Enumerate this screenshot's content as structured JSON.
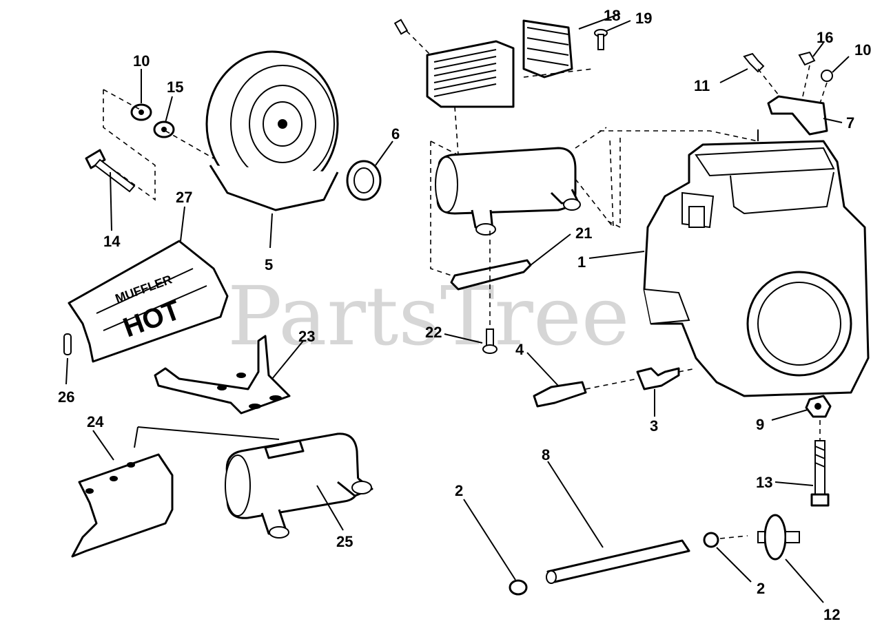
{
  "watermark": "PartsTree",
  "heat_shield_text": {
    "brand": "MUFFLER",
    "warning": "HOT"
  },
  "callouts": [
    {
      "id": "c1",
      "label": "1"
    },
    {
      "id": "c2a",
      "label": "2"
    },
    {
      "id": "c2b",
      "label": "2"
    },
    {
      "id": "c3",
      "label": "3"
    },
    {
      "id": "c4",
      "label": "4"
    },
    {
      "id": "c5",
      "label": "5"
    },
    {
      "id": "c6",
      "label": "6"
    },
    {
      "id": "c7",
      "label": "7"
    },
    {
      "id": "c8",
      "label": "8"
    },
    {
      "id": "c9",
      "label": "9"
    },
    {
      "id": "c10a",
      "label": "10"
    },
    {
      "id": "c10b",
      "label": "10"
    },
    {
      "id": "c11",
      "label": "11"
    },
    {
      "id": "c12",
      "label": "12"
    },
    {
      "id": "c13",
      "label": "13"
    },
    {
      "id": "c14",
      "label": "14"
    },
    {
      "id": "c15",
      "label": "15"
    },
    {
      "id": "c16",
      "label": "16"
    },
    {
      "id": "c18",
      "label": "18"
    },
    {
      "id": "c19",
      "label": "19"
    },
    {
      "id": "c21",
      "label": "21"
    },
    {
      "id": "c22",
      "label": "22"
    },
    {
      "id": "c23",
      "label": "23"
    },
    {
      "id": "c24",
      "label": "24"
    },
    {
      "id": "c25",
      "label": "25"
    },
    {
      "id": "c26",
      "label": "26"
    },
    {
      "id": "c27",
      "label": "27"
    }
  ]
}
